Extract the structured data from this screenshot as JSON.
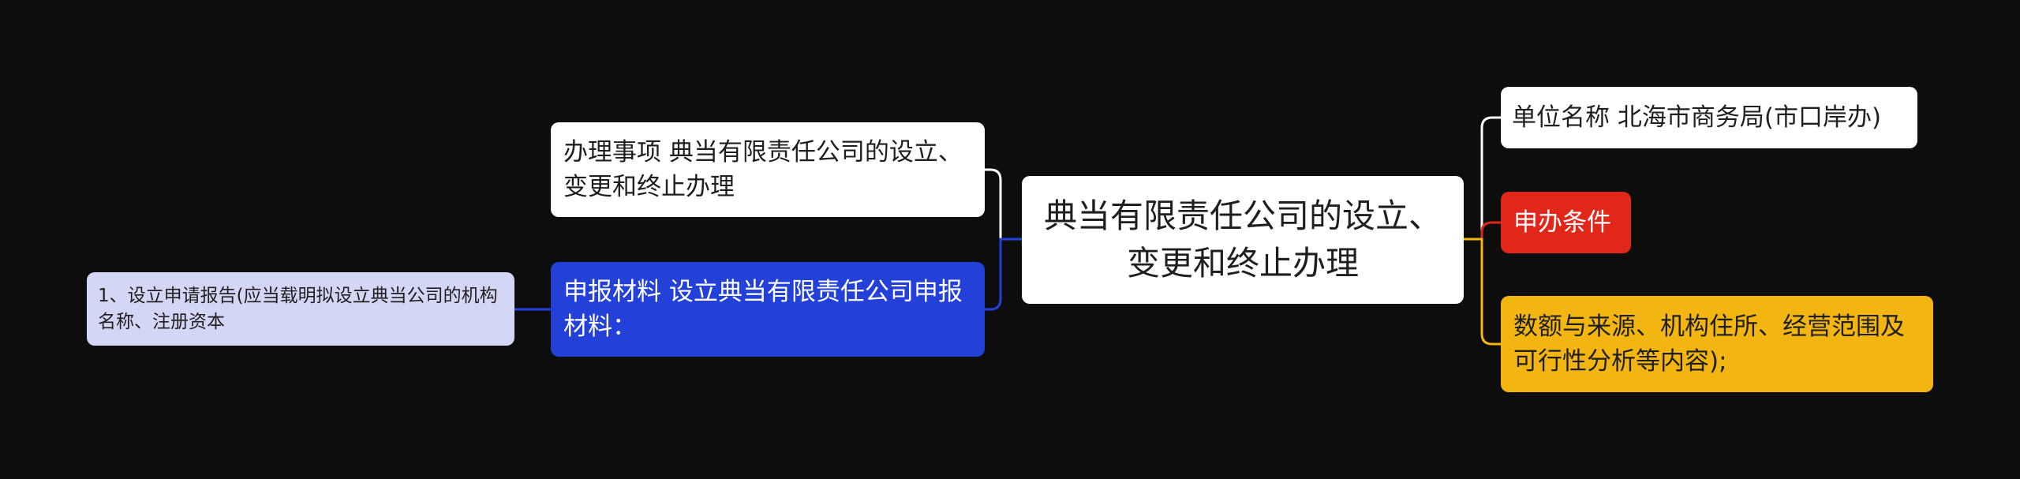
{
  "mindmap": {
    "root": {
      "text": "典当有限责任公司的设立、变更和终止办理",
      "color": "#ffffff"
    },
    "left_branches": [
      {
        "text": "办理事项 典当有限责任公司的设立、变更和终止办理",
        "color": "#ffffff"
      },
      {
        "text": "申报材料 设立典当有限责任公司申报材料：",
        "color": "#2340d8",
        "children": [
          {
            "text": "1、设立申请报告(应当载明拟设立典当公司的机构名称、注册资本",
            "color": "#d4d6f6"
          }
        ]
      }
    ],
    "right_branches": [
      {
        "text": "单位名称 北海市商务局(市口岸办)",
        "color": "#ffffff"
      },
      {
        "text": "申办条件",
        "color": "#e0271a"
      },
      {
        "text": "数额与来源、机构住所、经营范围及可行性分析等内容);",
        "color": "#f3b511"
      }
    ],
    "background": "#0d0d0e"
  }
}
